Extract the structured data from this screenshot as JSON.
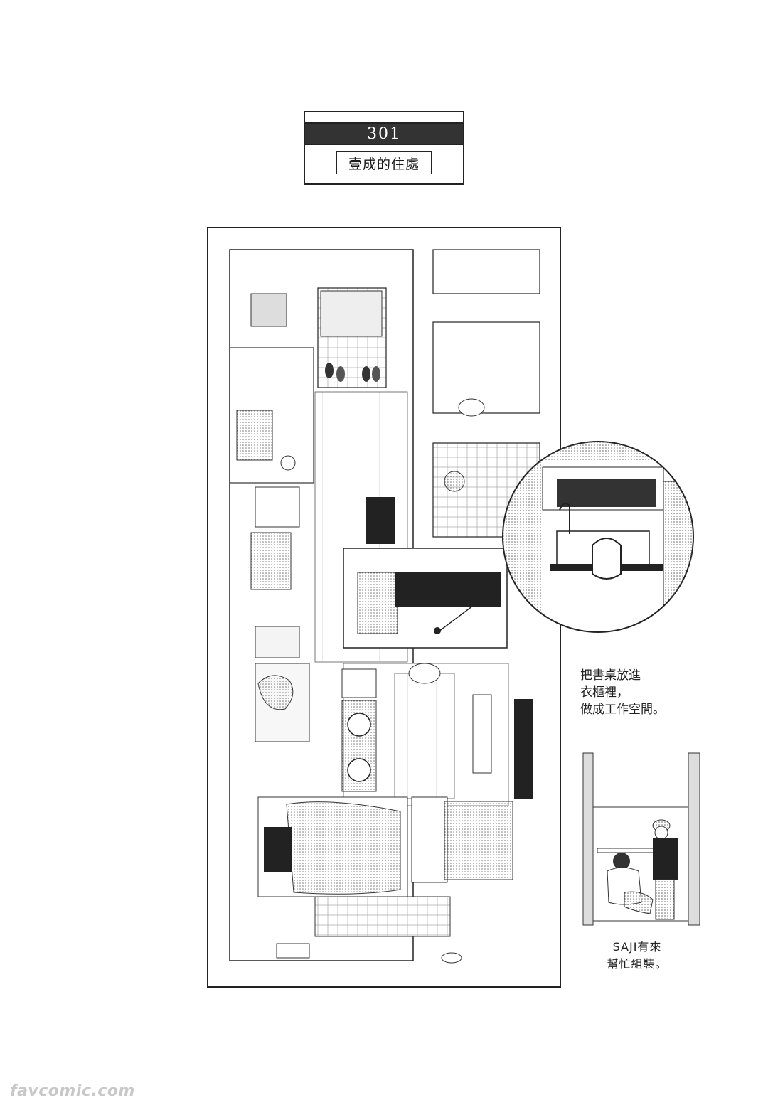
{
  "header": {
    "room_number": "301",
    "room_label": "壹成的住處"
  },
  "captions": {
    "desk_lines": [
      "把書桌放進",
      "衣櫃裡，",
      "做成工作空間。"
    ],
    "saji_lines": [
      "SAJI有來",
      "幫忙組裝。"
    ]
  },
  "watermark": "favcomic.com"
}
